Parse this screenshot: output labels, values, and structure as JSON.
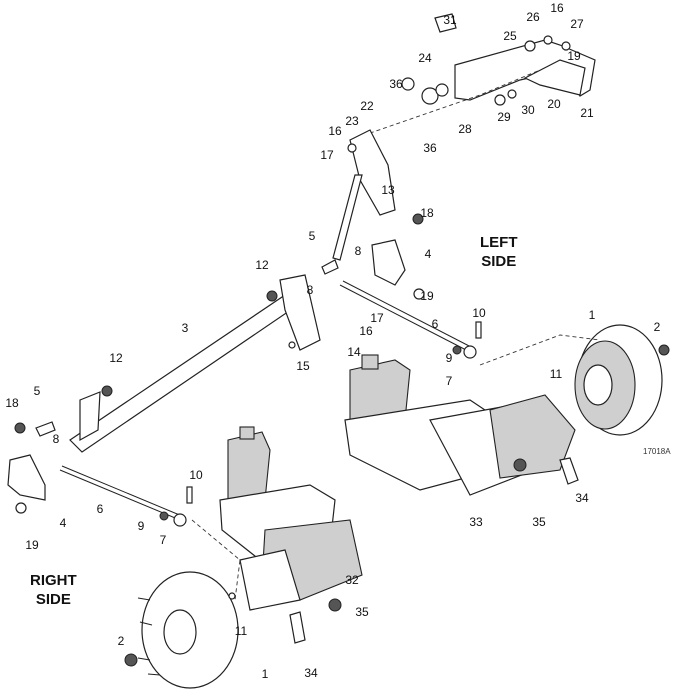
{
  "diagram": {
    "side_labels": {
      "left": "LEFT\nSIDE",
      "right": "RIGHT\nSIDE"
    },
    "drawing_number": "17018A",
    "callouts": [
      "31",
      "16",
      "26",
      "27",
      "25",
      "19",
      "24",
      "20",
      "21",
      "36",
      "22",
      "23",
      "16",
      "17",
      "36",
      "28",
      "29",
      "30",
      "13",
      "18",
      "5",
      "8",
      "4",
      "12",
      "8",
      "19",
      "17",
      "6",
      "16",
      "14",
      "3",
      "15",
      "10",
      "9",
      "7",
      "1",
      "2",
      "12",
      "11",
      "5",
      "18",
      "8",
      "4",
      "19",
      "6",
      "10",
      "9",
      "7",
      "32",
      "11",
      "35",
      "34",
      "2",
      "1",
      "33",
      "35",
      "34"
    ]
  }
}
